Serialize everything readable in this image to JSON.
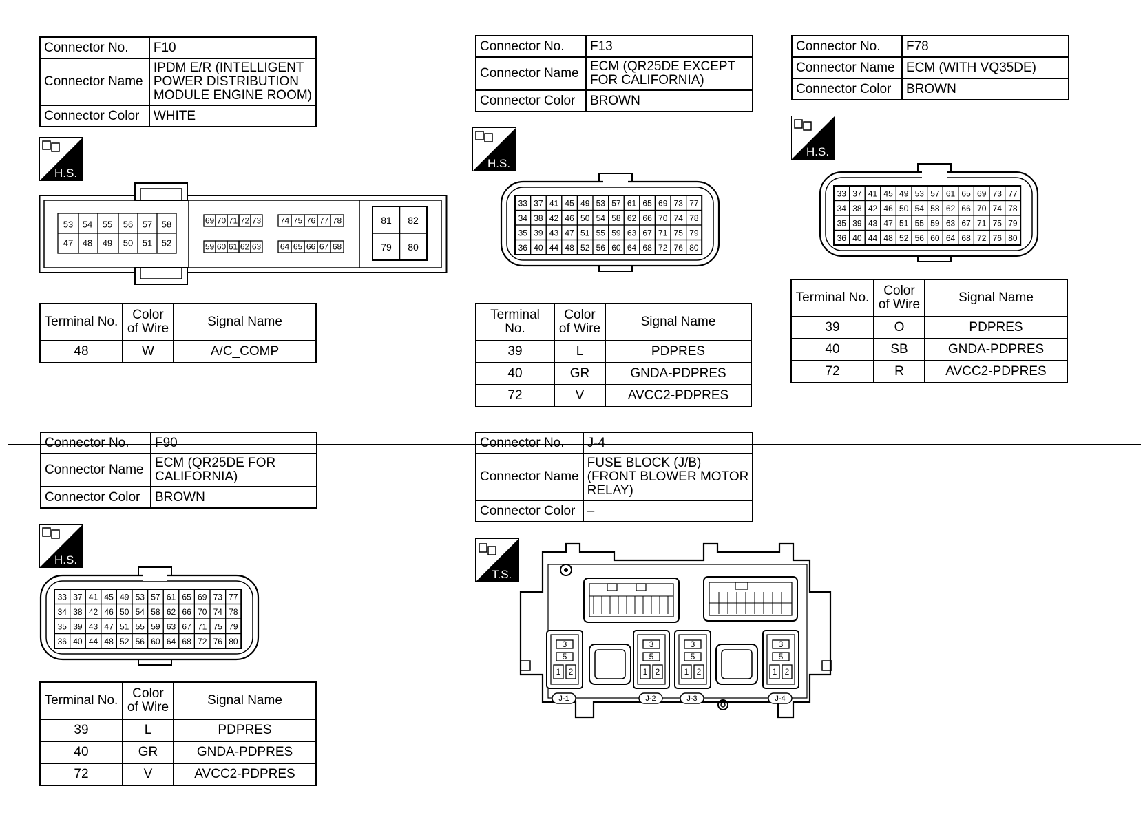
{
  "labels": {
    "no": "Connector No.",
    "name": "Connector Name",
    "color": "Connector Color",
    "terminal": "Terminal No.",
    "wire": "Color of Wire",
    "signal": "Signal Name"
  },
  "badges": {
    "hs": "H.S.",
    "ts": "T.S."
  },
  "connectors": [
    {
      "no": "F10",
      "name": [
        "IPDM E/R (INTELLIGENT",
        "POWER DISTRIBUTION",
        "MODULE ENGINE ROOM)"
      ],
      "color": "WHITE",
      "pins": {
        "left_top": [
          "53",
          "54",
          "55",
          "56",
          "57",
          "58"
        ],
        "left_bottom": [
          "47",
          "48",
          "49",
          "50",
          "51",
          "52"
        ],
        "mid_top_a": [
          "69",
          "70",
          "71",
          "72",
          "73"
        ],
        "mid_top_b": [
          "74",
          "75",
          "76",
          "77",
          "78"
        ],
        "mid_bottom_a": [
          "59",
          "60",
          "61",
          "62",
          "63"
        ],
        "mid_bottom_b": [
          "64",
          "65",
          "66",
          "67",
          "68"
        ],
        "right_top": [
          "81",
          "82"
        ],
        "right_bottom": [
          "79",
          "80"
        ]
      },
      "terminals": [
        {
          "no": "48",
          "wire": "W",
          "signal": "A/C_COMP"
        }
      ]
    },
    {
      "no": "F13",
      "name": [
        "ECM (QR25DE EXCEPT",
        "FOR CALIFORNIA)"
      ],
      "color": "BROWN",
      "terminals": [
        {
          "no": "39",
          "wire": "L",
          "signal": "PDPRES"
        },
        {
          "no": "40",
          "wire": "GR",
          "signal": "GNDA-PDPRES"
        },
        {
          "no": "72",
          "wire": "V",
          "signal": "AVCC2-PDPRES"
        }
      ]
    },
    {
      "no": "F78",
      "name": [
        "ECM (WITH VQ35DE)"
      ],
      "color": "BROWN",
      "terminals": [
        {
          "no": "39",
          "wire": "O",
          "signal": "PDPRES"
        },
        {
          "no": "40",
          "wire": "SB",
          "signal": "GNDA-PDPRES"
        },
        {
          "no": "72",
          "wire": "R",
          "signal": "AVCC2-PDPRES"
        }
      ]
    },
    {
      "no": "F90",
      "name": [
        "ECM (QR25DE FOR",
        "CALIFORNIA)"
      ],
      "color": "BROWN",
      "terminals": [
        {
          "no": "39",
          "wire": "L",
          "signal": "PDPRES"
        },
        {
          "no": "40",
          "wire": "GR",
          "signal": "GNDA-PDPRES"
        },
        {
          "no": "72",
          "wire": "V",
          "signal": "AVCC2-PDPRES"
        }
      ]
    },
    {
      "no": "J-4",
      "name": [
        "FUSE BLOCK (J/B)",
        "(FRONT BLOWER MOTOR",
        "RELAY)"
      ],
      "color": "–",
      "relay_labels": [
        "J-1",
        "J-2",
        "J-3",
        "J-4"
      ],
      "relay_pins": [
        "3",
        "5",
        "1",
        "2"
      ]
    }
  ],
  "ecm_grid": [
    [
      "33",
      "37",
      "41",
      "45",
      "49",
      "53",
      "57",
      "61",
      "65",
      "69",
      "73",
      "77"
    ],
    [
      "34",
      "38",
      "42",
      "46",
      "50",
      "54",
      "58",
      "62",
      "66",
      "70",
      "74",
      "78"
    ],
    [
      "35",
      "39",
      "43",
      "47",
      "51",
      "55",
      "59",
      "63",
      "67",
      "71",
      "75",
      "79"
    ],
    [
      "36",
      "40",
      "44",
      "48",
      "52",
      "56",
      "60",
      "64",
      "68",
      "72",
      "76",
      "80"
    ]
  ]
}
